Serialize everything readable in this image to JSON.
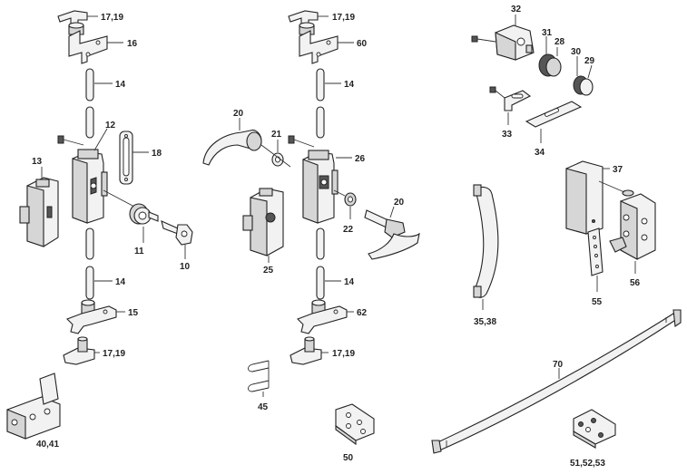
{
  "callouts": {
    "p17_19_a": "17,19",
    "p16": "16",
    "p14_a": "14",
    "p12": "12",
    "p18": "18",
    "p13": "13",
    "p11": "11",
    "p10": "10",
    "p14_b": "14",
    "p15": "15",
    "p17_19_b": "17,19",
    "p40_41": "40,41",
    "p17_19_c": "17,19",
    "p60": "60",
    "p14_c": "14",
    "p20_a": "20",
    "p21": "21",
    "p26": "26",
    "p20_b": "20",
    "p22": "22",
    "p25": "25",
    "p14_d": "14",
    "p62": "62",
    "p17_19_d": "17,19",
    "p45": "45",
    "p50": "50",
    "p32": "32",
    "p31": "31",
    "p28": "28",
    "p30": "30",
    "p29": "29",
    "p33": "33",
    "p34": "34",
    "p37": "37",
    "p35_38": "35,38",
    "p55": "55",
    "p56": "56",
    "p70": "70",
    "p51_52_53": "51,52,53"
  }
}
